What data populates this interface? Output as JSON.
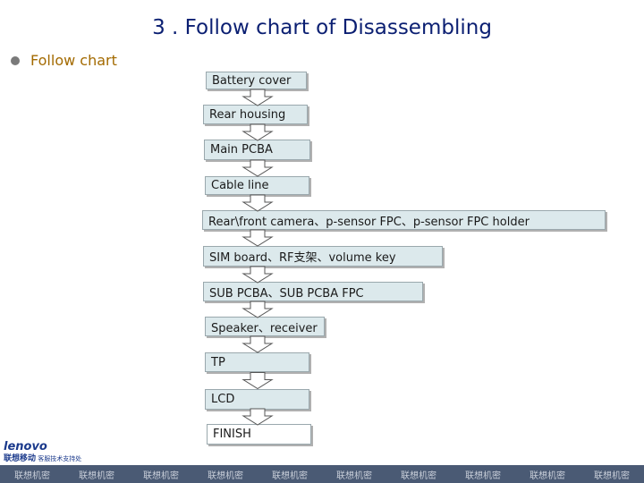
{
  "title": "3 . Follow chart of Disassembling",
  "bullet": "Follow chart",
  "steps": [
    "Battery cover",
    "Rear housing",
    "Main PCBA",
    "Cable line",
    "Rear\\front camera、p-sensor FPC、p-sensor FPC holder",
    "SIM board、RF支架、volume key",
    "SUB PCBA、SUB PCBA FPC",
    "Speaker、receiver",
    "TP",
    "LCD",
    "FINISH"
  ],
  "logo": {
    "brand": "lenovo",
    "chinese_name": "联想移动",
    "tagline": "客服技术支持处"
  },
  "footer": [
    "联想机密",
    "联想机密",
    "联想机密",
    "联想机密",
    "联想机密",
    "联想机密",
    "联想机密",
    "联想机密",
    "联想机密",
    "联想机密"
  ],
  "colors": {
    "title": "#0b1f72",
    "bullet_text": "#a36a00",
    "box_fill": "#dce9ec",
    "footer_bar": "#4a5a74"
  }
}
